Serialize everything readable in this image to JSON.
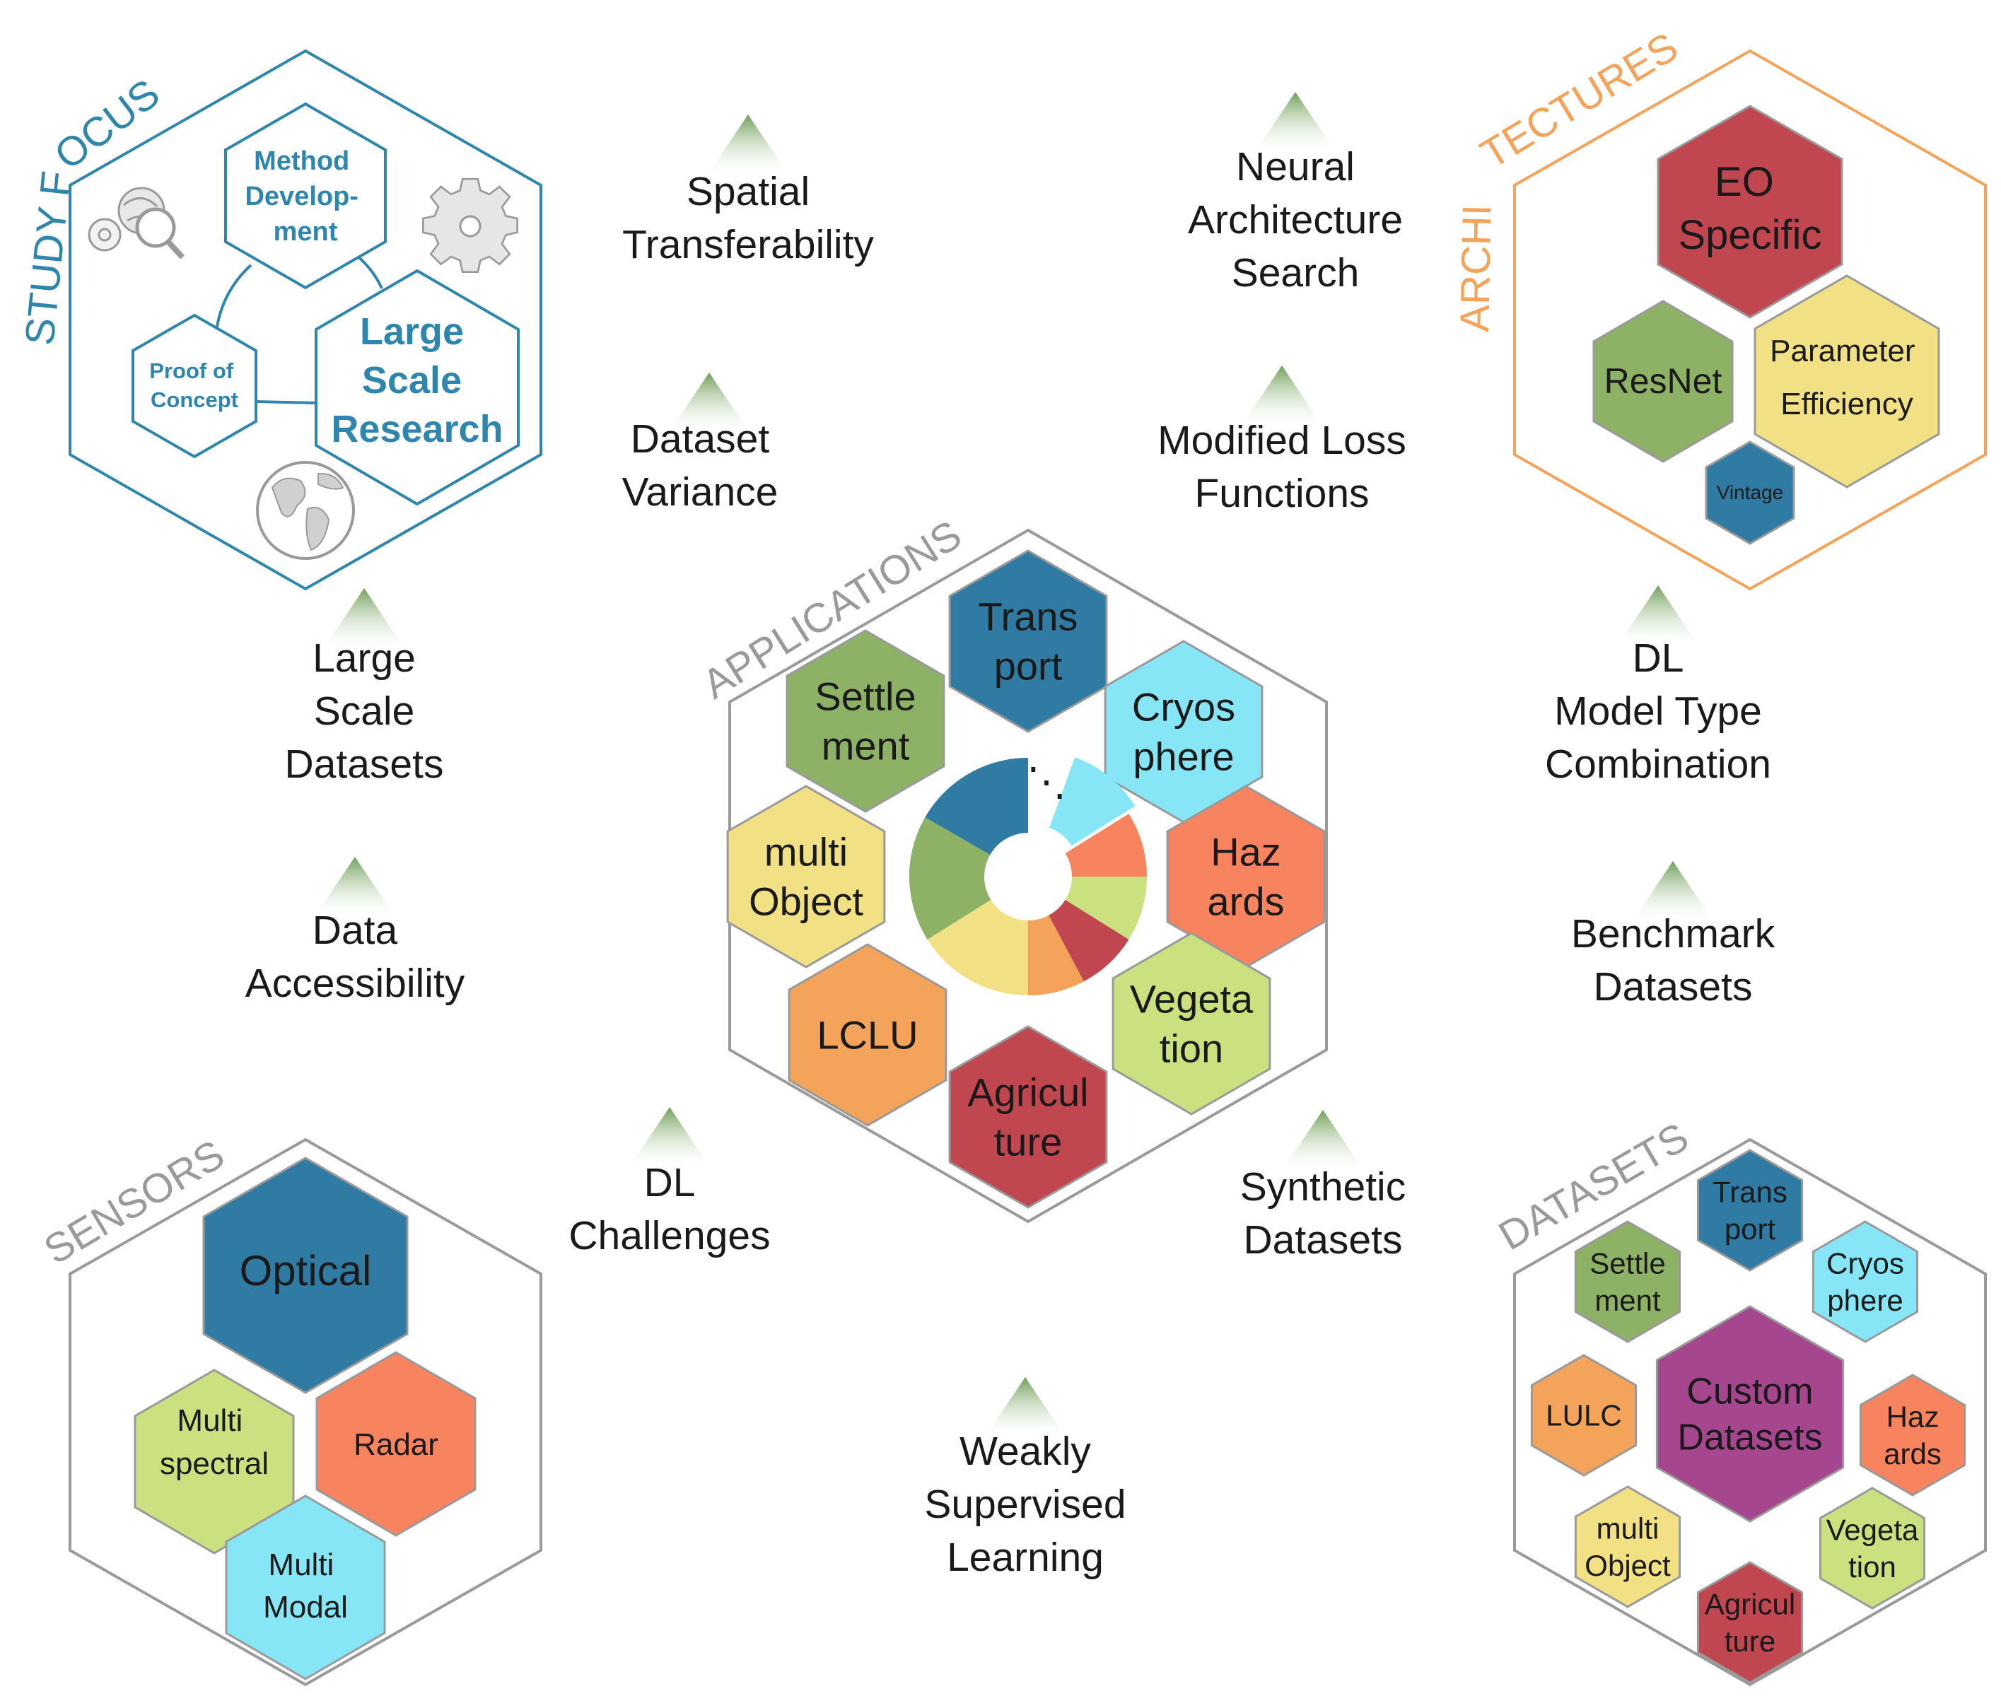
{
  "groups": {
    "study_focus": {
      "title": "STUDY FOCUS",
      "color": "#2f86ad",
      "items": [
        {
          "lines": [
            "Method",
            "Develop-",
            "ment"
          ]
        },
        {
          "lines": [
            "Large",
            "Scale",
            "Research"
          ]
        },
        {
          "lines": [
            "Proof of",
            "Concept"
          ]
        }
      ],
      "icons": [
        "search-globe-icon",
        "gear-icon",
        "globe-icon"
      ]
    },
    "architectures": {
      "title_part1": "ARCHI",
      "title_part2": "TECTURES",
      "color": "#f4a35a",
      "items": [
        {
          "lines": [
            "EO",
            "Specific"
          ],
          "color": "#c0464f"
        },
        {
          "lines": [
            "ResNet"
          ],
          "color": "#8db266"
        },
        {
          "lines": [
            "Parameter",
            "Efficiency"
          ],
          "color": "#f2e184"
        },
        {
          "lines": [
            "Vintage"
          ],
          "color": "#2f7ba3"
        }
      ]
    },
    "applications": {
      "title": "APPLICATIONS",
      "items": [
        {
          "lines": [
            "Trans",
            "port"
          ],
          "color": "#2f7ba3"
        },
        {
          "lines": [
            "Cryos",
            "phere"
          ],
          "color": "#86e6f5"
        },
        {
          "lines": [
            "Haz",
            "ards"
          ],
          "color": "#f7845e"
        },
        {
          "lines": [
            "Vegeta",
            "tion"
          ],
          "color": "#cbe07f"
        },
        {
          "lines": [
            "Agricul",
            "ture"
          ],
          "color": "#c0464f"
        },
        {
          "lines": [
            "LCLU"
          ],
          "color": "#f4a35a"
        },
        {
          "lines": [
            "multi",
            "Object"
          ],
          "color": "#f2e184"
        },
        {
          "lines": [
            "Settle",
            "ment"
          ],
          "color": "#8db266"
        }
      ],
      "ellipsis": "⋱"
    },
    "sensors": {
      "title": "SENSORS",
      "items": [
        {
          "lines": [
            "Optical"
          ],
          "color": "#2f7ba3"
        },
        {
          "lines": [
            "Multi",
            "spectral"
          ],
          "color": "#cbe07f"
        },
        {
          "lines": [
            "Radar"
          ],
          "color": "#f7845e"
        },
        {
          "lines": [
            "Multi",
            "Modal"
          ],
          "color": "#86e6f5"
        }
      ]
    },
    "datasets": {
      "title": "DATASETS",
      "items": [
        {
          "lines": [
            "Trans",
            "port"
          ],
          "color": "#2f7ba3"
        },
        {
          "lines": [
            "Settle",
            "ment"
          ],
          "color": "#8db266"
        },
        {
          "lines": [
            "Cryos",
            "phere"
          ],
          "color": "#86e6f5"
        },
        {
          "lines": [
            "Custom",
            "Datasets"
          ],
          "color": "#a6468f"
        },
        {
          "lines": [
            "LULC"
          ],
          "color": "#f4a35a"
        },
        {
          "lines": [
            "Haz",
            "ards"
          ],
          "color": "#f7845e"
        },
        {
          "lines": [
            "multi",
            "Object"
          ],
          "color": "#f2e184"
        },
        {
          "lines": [
            "Vegeta",
            "tion"
          ],
          "color": "#cbe07f"
        },
        {
          "lines": [
            "Agricul",
            "ture"
          ],
          "color": "#c0464f"
        }
      ]
    }
  },
  "topics": [
    {
      "lines": [
        "Spatial",
        "Transferability"
      ]
    },
    {
      "lines": [
        "Dataset",
        "Variance"
      ]
    },
    {
      "lines": [
        "Neural",
        "Architecture",
        "Search"
      ]
    },
    {
      "lines": [
        "Modified Loss",
        "Functions"
      ]
    },
    {
      "lines": [
        "Large",
        "Scale",
        "Datasets"
      ]
    },
    {
      "lines": [
        "Data",
        "Accessibility"
      ]
    },
    {
      "lines": [
        "DL",
        "Model Type",
        "Combination"
      ]
    },
    {
      "lines": [
        "Benchmark",
        "Datasets"
      ]
    },
    {
      "lines": [
        "DL",
        "Challenges"
      ]
    },
    {
      "lines": [
        "Synthetic",
        "Datasets"
      ]
    },
    {
      "lines": [
        "Weakly",
        "Supervised",
        "Learning"
      ]
    }
  ],
  "colors": {
    "outline_gray": "#9a9a9a",
    "text_dark": "#1a1a1a",
    "triangle_green": "#8db266"
  }
}
